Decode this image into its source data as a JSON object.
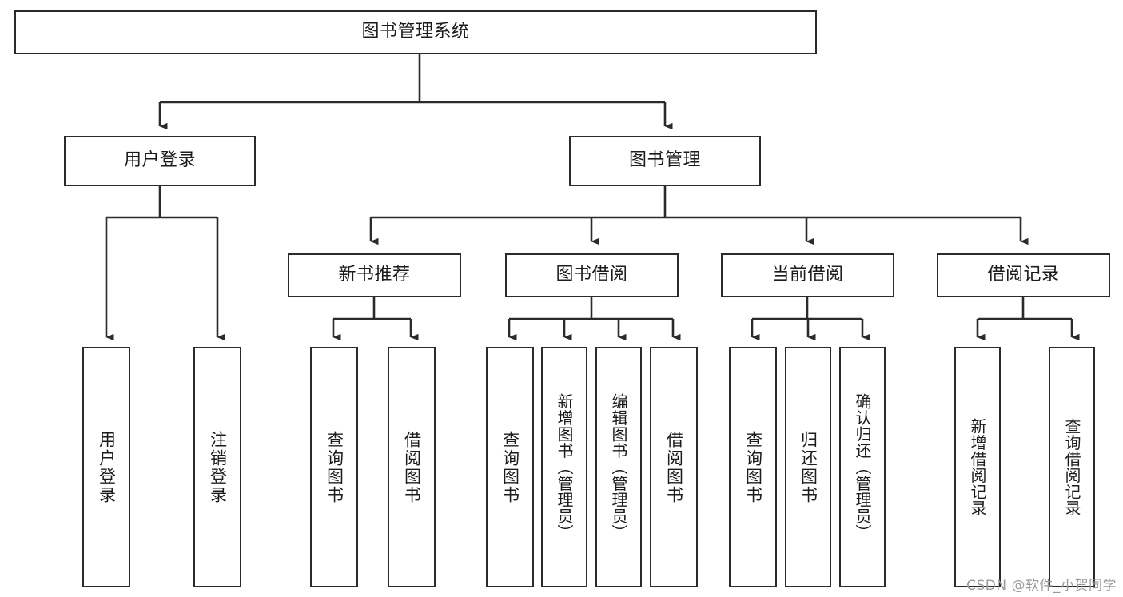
{
  "diagram": {
    "title": "图书管理系统",
    "type": "tree-hierarchy",
    "watermark": "CSDN @软件_小贺同学",
    "stroke_color": "#2b2b2b",
    "fill_color": "#ffffff",
    "text_color": "#1c1c1c",
    "nodes": {
      "root": {
        "label": "图书管理系统"
      },
      "level2": [
        {
          "id": "user-login",
          "label": "用户登录"
        },
        {
          "id": "book-management",
          "label": "图书管理"
        }
      ],
      "level3": [
        {
          "id": "new-book-recommend",
          "label": "新书推荐"
        },
        {
          "id": "book-borrow",
          "label": "图书借阅"
        },
        {
          "id": "current-borrow",
          "label": "当前借阅"
        },
        {
          "id": "borrow-record",
          "label": "借阅记录"
        }
      ],
      "leaves": {
        "user_login": [
          {
            "id": "leaf-user-login",
            "label": "用户登录"
          },
          {
            "id": "leaf-logout-login",
            "label": "注销登录"
          }
        ],
        "new_book_recommend": [
          {
            "id": "leaf-query-book-1",
            "label": "查询图书"
          },
          {
            "id": "leaf-borrow-book-1",
            "label": "借阅图书"
          }
        ],
        "book_borrow": [
          {
            "id": "leaf-query-book-2",
            "label": "查询图书"
          },
          {
            "id": "leaf-add-book",
            "label": "新增图书（管理员）"
          },
          {
            "id": "leaf-edit-book",
            "label": "编辑图书（管理员）"
          },
          {
            "id": "leaf-borrow-book-2",
            "label": "借阅图书"
          }
        ],
        "current_borrow": [
          {
            "id": "leaf-query-book-3",
            "label": "查询图书"
          },
          {
            "id": "leaf-return-book",
            "label": "归还图书"
          },
          {
            "id": "leaf-confirm-return",
            "label": "确认归还（管理员）"
          }
        ],
        "borrow_record": [
          {
            "id": "leaf-add-borrow-record",
            "label": "新增借阅记录"
          },
          {
            "id": "leaf-query-borrow-record",
            "label": "查询借阅记录"
          }
        ]
      }
    }
  }
}
